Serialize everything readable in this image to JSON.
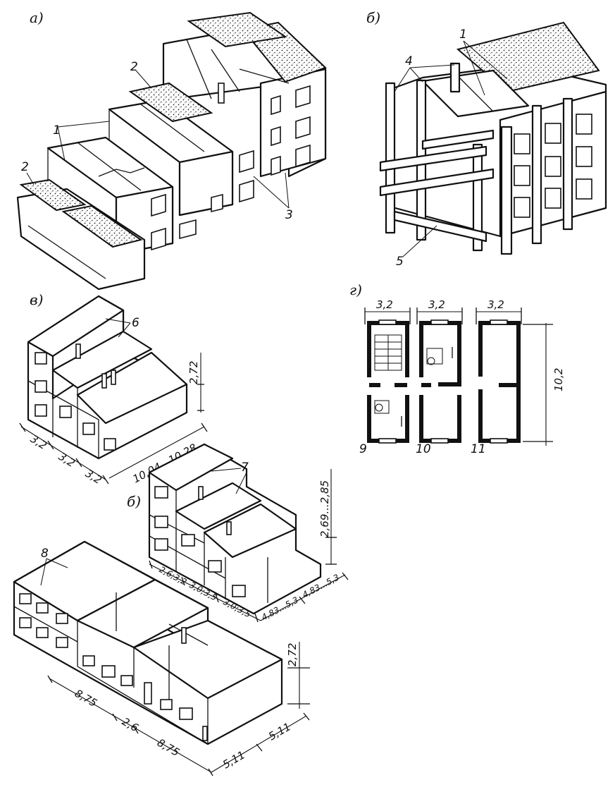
{
  "panels": {
    "a": {
      "label": "а)",
      "callouts": [
        "1",
        "2",
        "2",
        "3"
      ]
    },
    "b_top": {
      "label": "б)",
      "callouts": [
        "1",
        "4",
        "5"
      ]
    },
    "v": {
      "label": "в)",
      "callout": "6",
      "dims": [
        "3,2",
        "3,2",
        "3,2",
        "10,04...10,28",
        "2,72"
      ]
    },
    "b_mid": {
      "label": "б)",
      "callout": "7",
      "dims": [
        "2,6;3,2",
        "3,0;3,5",
        "3,0;3,5",
        "4,83...5,3",
        "4,83...5,3",
        "2,69...2,85"
      ]
    },
    "g": {
      "label": "г)",
      "widths": [
        "3,2",
        "3,2",
        "3,2"
      ],
      "height": "10,2",
      "plans": [
        "9",
        "10",
        "11"
      ]
    },
    "bottom": {
      "callout": "8",
      "dims": [
        "8,75",
        "2,6",
        "8,75",
        "5,11",
        "5,11",
        "2,72"
      ]
    }
  }
}
